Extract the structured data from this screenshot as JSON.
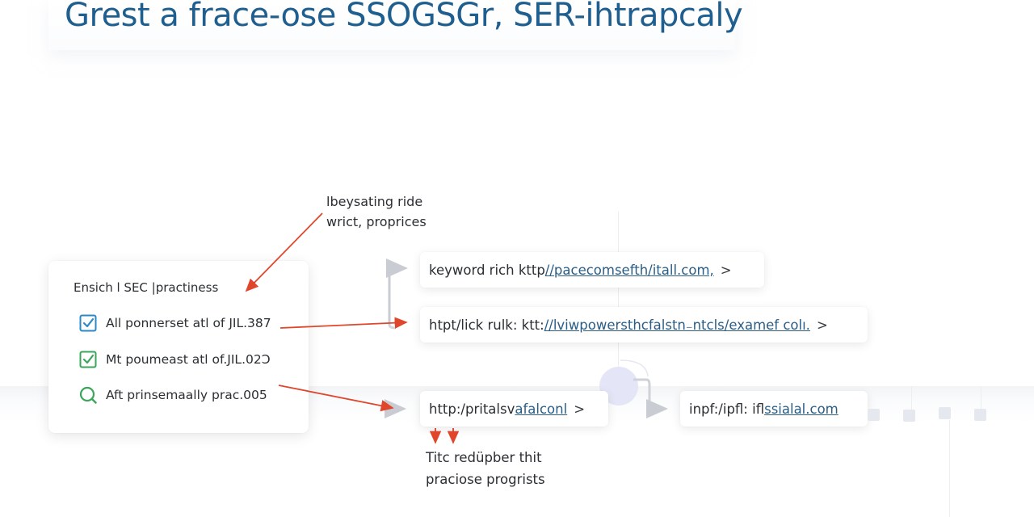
{
  "header": {
    "title": "Grest a frace-ose SSOGSGr, SER-ihtrapcaly",
    "title_color": "#1f5f8f"
  },
  "annotations": {
    "top_note": [
      "lbeysating ride",
      "wrict, proprices"
    ],
    "bottom_note": [
      "Titc redüpber thit",
      "praciose progrists"
    ]
  },
  "practice_card": {
    "title": "Ensich l SEC |practiness",
    "items": [
      {
        "icon": "checkbox-checked-icon",
        "icon_color": "#2b8ac6",
        "label": "All ponnerset atl of JIL.387"
      },
      {
        "icon": "checkbox-checked-icon",
        "icon_color": "#3aa65a",
        "label": "Mt poumeast atl of.JIL.02Ↄ"
      },
      {
        "icon": "search-icon",
        "icon_color": "#3aa65a",
        "label": "Aft prinsemaally prac.005"
      }
    ]
  },
  "url_boxes": [
    {
      "prefix": "keyword rich kttp",
      "link": "//pacecomsefth/itall.com,",
      "chevron": ">"
    },
    {
      "prefix": "htpt/lick rulk: ktt:",
      "link": "//lviwpowersthcfalstn₋ntcls/examef colı.",
      "chevron": ">"
    },
    {
      "prefix": "http:/pritalsv",
      "link": "afalconl",
      "chevron": ">"
    },
    {
      "prefix": "inpf:/ipfl: ifl",
      "link": "ssialal.com",
      "chevron": ""
    }
  ],
  "colors": {
    "arrow_red": "#e0462c",
    "connector_gray": "#c9ccd2",
    "link_blue": "#2a5d86"
  }
}
